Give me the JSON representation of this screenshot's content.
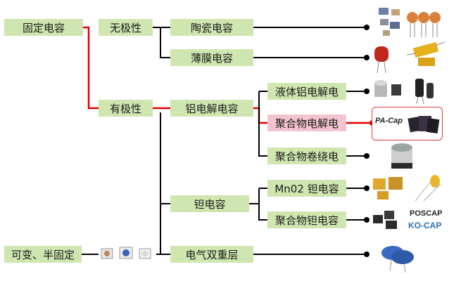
{
  "nodes": {
    "fixed_capacitor": "固定电容",
    "non_polar": "无极性",
    "ceramic": "陶瓷电容",
    "film": "薄膜电容",
    "polar": "有极性",
    "aluminum_electrolytic": "铝电解电容",
    "liquid_al": "液体铝电解电",
    "polymer_electrolytic": "聚合物电解电",
    "polymer_wound": "聚合物卷绕电",
    "tantalum": "钽电容",
    "mno2_tantalum": "Mn02 钽电容",
    "polymer_tantalum": "聚合物钽电容",
    "variable_semi_fixed": "可变、半固定",
    "edlc": "电气双重层"
  },
  "logos": {
    "pa_cap": "PA-Cap",
    "poscap": "POSCAP",
    "ko_cap": "KO-CAP"
  },
  "colors": {
    "box_fill": "#cfe6b0",
    "highlight_fill": "#f3c4cf",
    "highlight_line": "#e00000",
    "line": "#000000",
    "logo_blue": "#2f6db5"
  }
}
